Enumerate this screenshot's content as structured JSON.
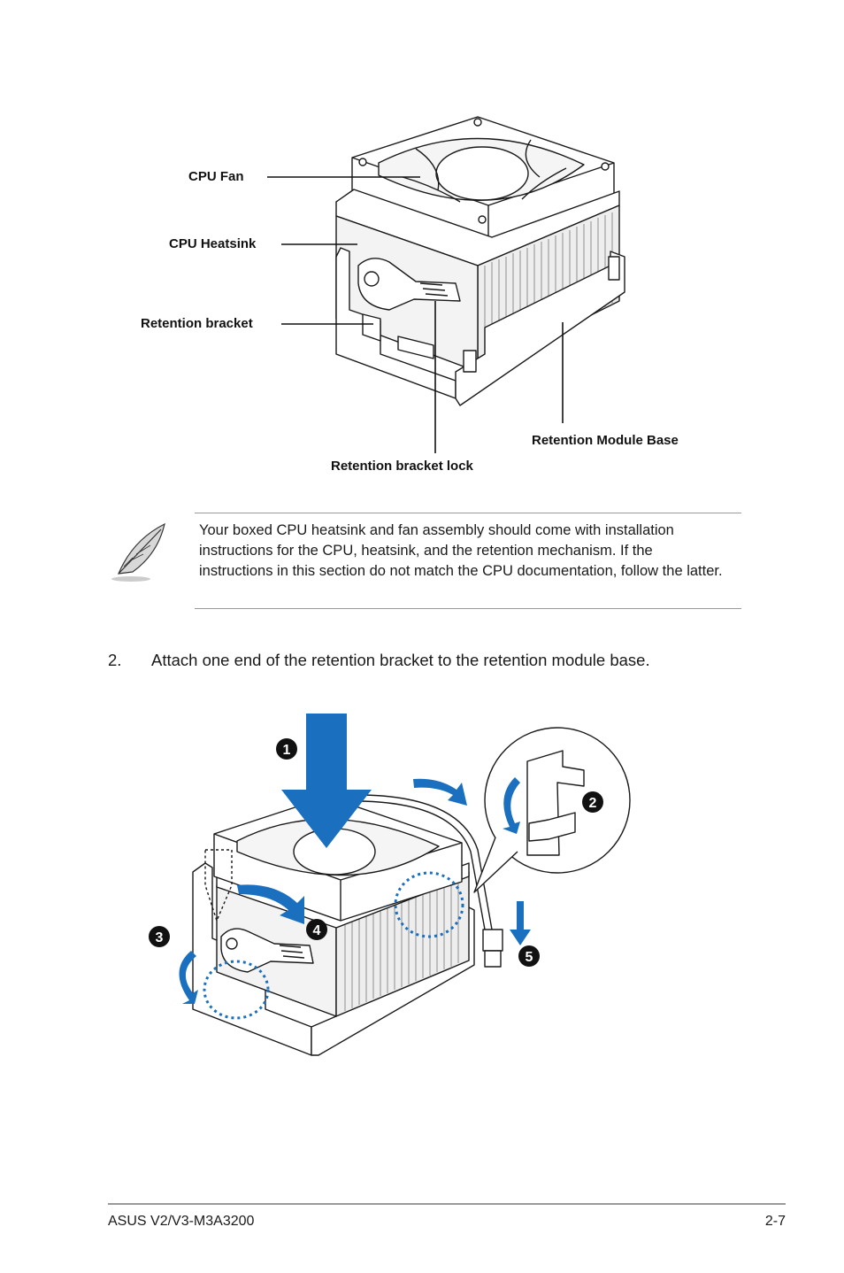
{
  "figure1": {
    "labels": {
      "cpu_fan": "CPU Fan",
      "cpu_heatsink": "CPU Heatsink",
      "retention_bracket": "Retention bracket",
      "retention_module_base": "Retention Module Base",
      "retention_bracket_lock": "Retention bracket lock"
    }
  },
  "note": {
    "icon": "feather-pen-icon",
    "text": "Your boxed CPU heatsink and fan assembly should come with installation instructions for the CPU, heatsink, and the retention mechanism. If the instructions in this section do not match the CPU documentation, follow the latter."
  },
  "step": {
    "number": "2.",
    "text": "Attach one end of the retention bracket to the retention module base."
  },
  "figure2": {
    "badges": [
      "1",
      "2",
      "3",
      "4",
      "5"
    ],
    "accent_color": "#1a6fbf"
  },
  "footer": {
    "left": "ASUS V2/V3-M3A3200",
    "right": "2-7"
  }
}
